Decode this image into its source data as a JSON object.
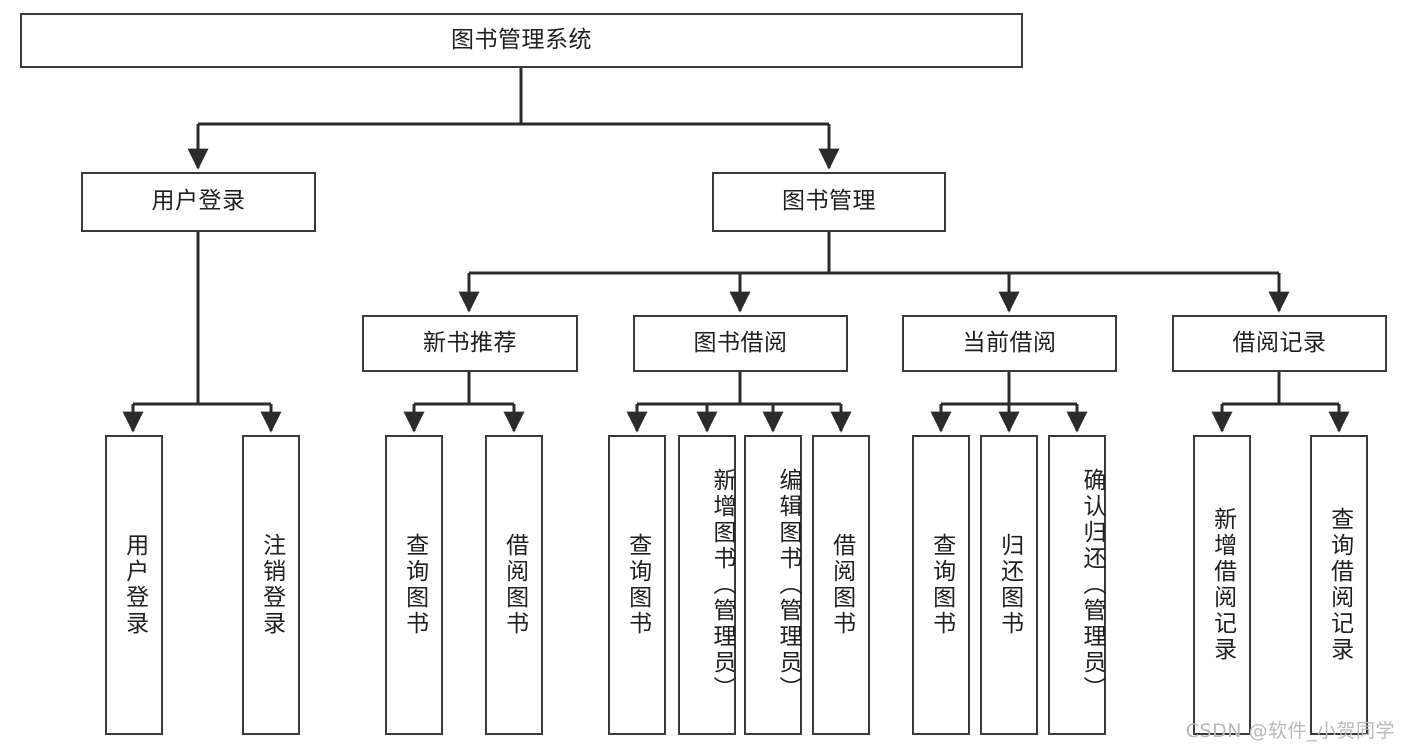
{
  "diagram": {
    "type": "tree",
    "title": "图书管理系统",
    "orientation": "top-down",
    "colors": {
      "box_border": "#3a3a3a",
      "box_fill": "#ffffff",
      "edge": "#2b2b2b",
      "text": "#1f1f1f",
      "watermark": "#b9b9b9",
      "background": "#ffffff"
    }
  },
  "watermark": {
    "text": "CSDN @软件_小贺同学"
  },
  "nodes": {
    "root": {
      "label": "图书管理系统",
      "level": 1,
      "text_orientation": "horizontal"
    },
    "l2": [
      {
        "id": "user-login",
        "label": "用户登录",
        "level": 2,
        "text_orientation": "horizontal"
      },
      {
        "id": "book-manage",
        "label": "图书管理",
        "level": 2,
        "text_orientation": "horizontal"
      }
    ],
    "l3": [
      {
        "id": "new-book-rec",
        "label": "新书推荐",
        "level": 3,
        "text_orientation": "horizontal"
      },
      {
        "id": "book-borrow",
        "label": "图书借阅",
        "level": 3,
        "text_orientation": "horizontal"
      },
      {
        "id": "current-borrow",
        "label": "当前借阅",
        "level": 3,
        "text_orientation": "horizontal"
      },
      {
        "id": "borrow-record",
        "label": "借阅记录",
        "level": 3,
        "text_orientation": "horizontal"
      }
    ],
    "leaves": [
      {
        "id": "leaf-user-login",
        "label": "用户登录",
        "parent": "user-login",
        "text_orientation": "vertical"
      },
      {
        "id": "leaf-logout",
        "label": "注销登录",
        "parent": "user-login",
        "text_orientation": "vertical"
      },
      {
        "id": "leaf-query-book-1",
        "label": "查询图书",
        "parent": "new-book-rec",
        "text_orientation": "vertical"
      },
      {
        "id": "leaf-borrow-book-1",
        "label": "借阅图书",
        "parent": "new-book-rec",
        "text_orientation": "vertical"
      },
      {
        "id": "leaf-query-book-2",
        "label": "查询图书",
        "parent": "book-borrow",
        "text_orientation": "vertical"
      },
      {
        "id": "leaf-add-book",
        "label": "新增图书（管理员）",
        "parent": "book-borrow",
        "text_orientation": "vertical"
      },
      {
        "id": "leaf-edit-book",
        "label": "编辑图书（管理员）",
        "parent": "book-borrow",
        "text_orientation": "vertical"
      },
      {
        "id": "leaf-borrow-book-2",
        "label": "借阅图书",
        "parent": "book-borrow",
        "text_orientation": "vertical"
      },
      {
        "id": "leaf-query-book-3",
        "label": "查询图书",
        "parent": "current-borrow",
        "text_orientation": "vertical"
      },
      {
        "id": "leaf-return-book",
        "label": "归还图书",
        "parent": "current-borrow",
        "text_orientation": "vertical"
      },
      {
        "id": "leaf-confirm-return",
        "label": "确认归还（管理员）",
        "parent": "current-borrow",
        "text_orientation": "vertical"
      },
      {
        "id": "leaf-add-record",
        "label": "新增借阅记录",
        "parent": "borrow-record",
        "text_orientation": "vertical"
      },
      {
        "id": "leaf-query-record",
        "label": "查询借阅记录",
        "parent": "borrow-record",
        "text_orientation": "vertical"
      }
    ]
  },
  "edges": [
    {
      "from": "图书管理系统",
      "to": "用户登录"
    },
    {
      "from": "图书管理系统",
      "to": "图书管理"
    },
    {
      "from": "用户登录",
      "to": "用户登录"
    },
    {
      "from": "用户登录",
      "to": "注销登录"
    },
    {
      "from": "图书管理",
      "to": "新书推荐"
    },
    {
      "from": "图书管理",
      "to": "图书借阅"
    },
    {
      "from": "图书管理",
      "to": "当前借阅"
    },
    {
      "from": "图书管理",
      "to": "借阅记录"
    },
    {
      "from": "新书推荐",
      "to": "查询图书"
    },
    {
      "from": "新书推荐",
      "to": "借阅图书"
    },
    {
      "from": "图书借阅",
      "to": "查询图书"
    },
    {
      "from": "图书借阅",
      "to": "新增图书（管理员）"
    },
    {
      "from": "图书借阅",
      "to": "编辑图书（管理员）"
    },
    {
      "from": "图书借阅",
      "to": "借阅图书"
    },
    {
      "from": "当前借阅",
      "to": "查询图书"
    },
    {
      "from": "当前借阅",
      "to": "归还图书"
    },
    {
      "from": "当前借阅",
      "to": "确认归还（管理员）"
    },
    {
      "from": "借阅记录",
      "to": "新增借阅记录"
    },
    {
      "from": "借阅记录",
      "to": "查询借阅记录"
    }
  ]
}
